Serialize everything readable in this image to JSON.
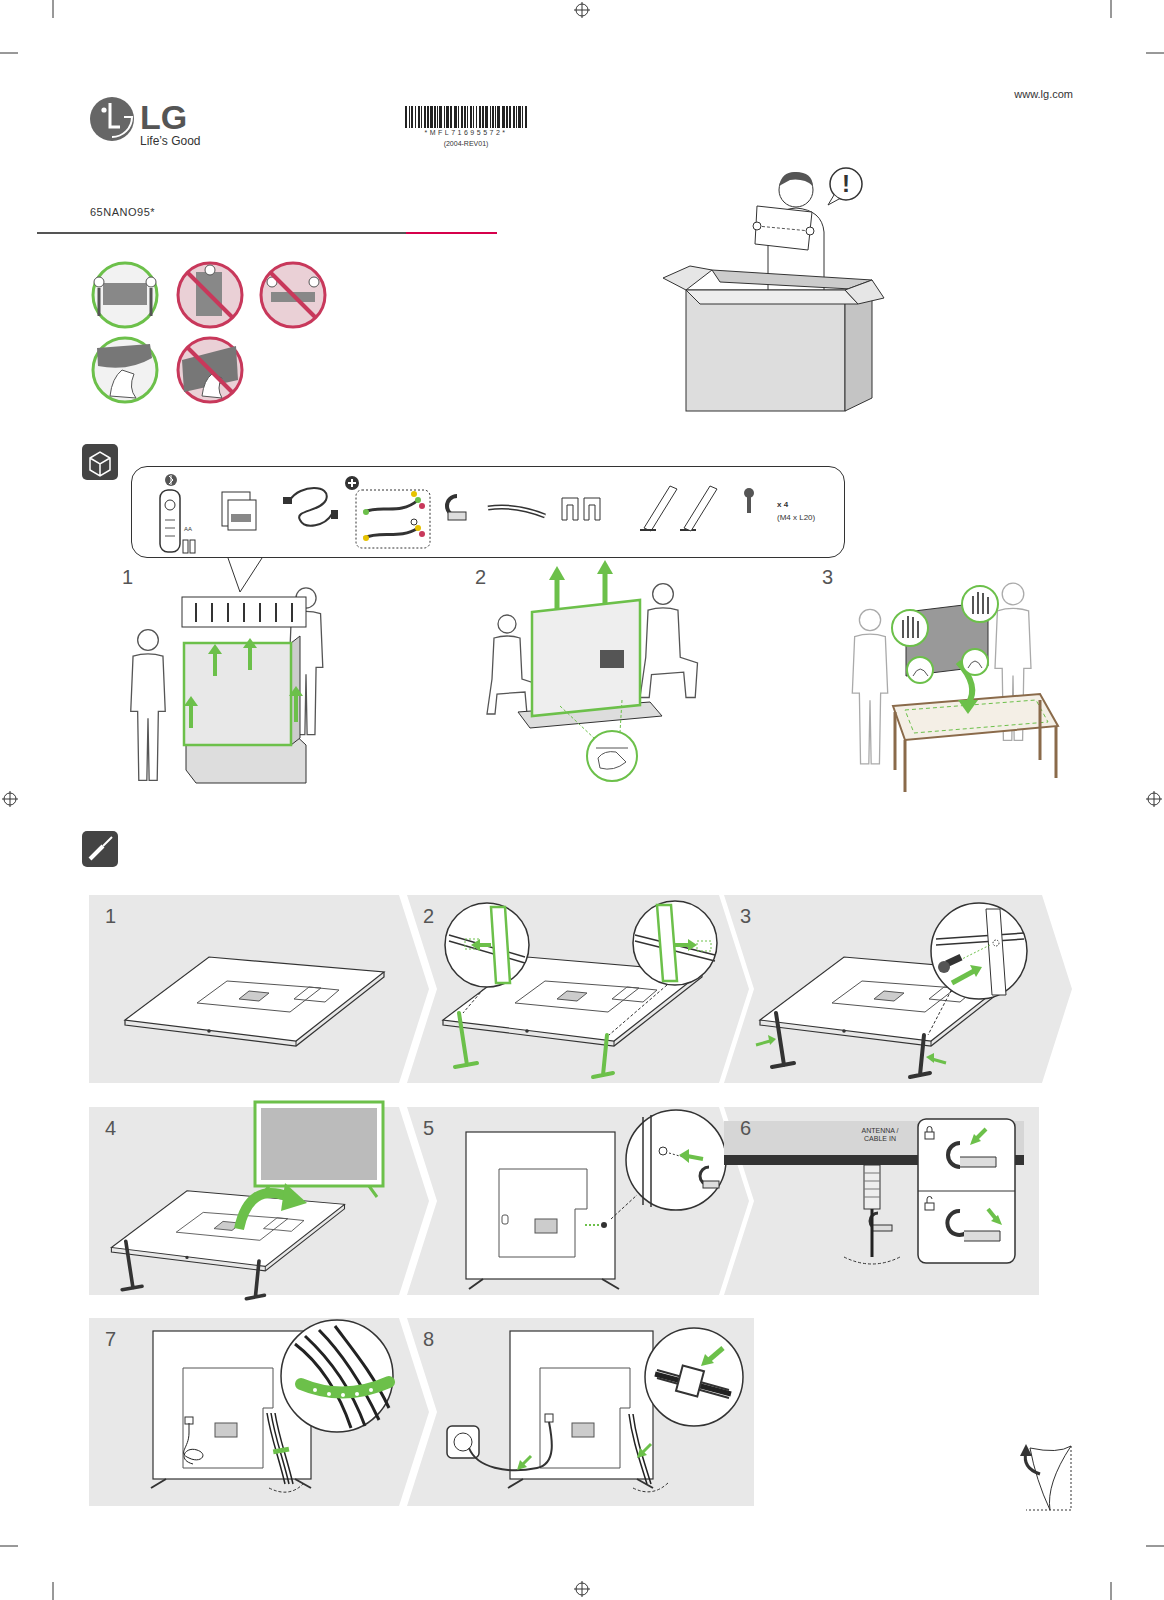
{
  "diagram": {
    "title": "65NANO95*",
    "nodes": [
      {
        "text": [
          "AA",
          "x 4",
          "(M4 x L20)"
        ]
      },
      {
        "text": [
          "1"
        ]
      },
      {
        "text": [
          "2"
        ]
      },
      {
        "text": [
          "3"
        ]
      },
      {
        "text": [
          "4"
        ]
      },
      {
        "text": [
          "5"
        ]
      },
      {
        "text": [
          "6"
        ]
      },
      {
        "text": [
          "7"
        ]
      },
      {
        "text": [
          "8"
        ]
      },
      {
        "text": [
          "ANTENNA / CABLE IN"
        ],
        "in": 6
      }
    ],
    "labels": [
      "www.lg.com",
      "LG",
      "Life’s Good",
      "*MFL71695572*",
      "(2004-REV01)",
      "!",
      "1",
      "2",
      "3"
    ]
  }
}
